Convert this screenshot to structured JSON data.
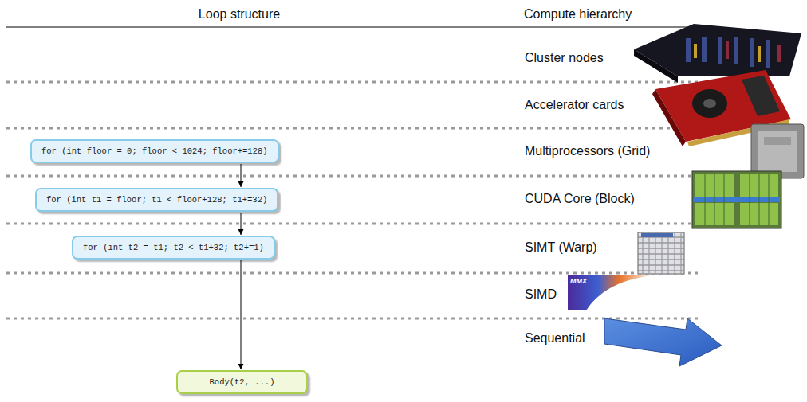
{
  "diagram": {
    "nodes": [
      {
        "text": [
          "for (int floor = 0; floor < 1024; floor+=128)"
        ]
      },
      {
        "text": [
          "for (int t1 = floor; t1 < floor+128; t1+=32)"
        ]
      },
      {
        "text": [
          "for (int t2 = t1; t2 < t1+32; t2+=1)"
        ]
      },
      {
        "text": [
          "Body(t2, ...)"
        ]
      }
    ],
    "edges": [
      {
        "from": 0,
        "to": 1,
        "arrow": "to"
      },
      {
        "from": 1,
        "to": 2,
        "arrow": "to"
      },
      {
        "from": 2,
        "to": 3,
        "arrow": "to"
      }
    ],
    "labels": [
      "Loop structure",
      "Compute hierarchy",
      "Cluster nodes",
      "Accelerator cards",
      "Multiprocessors (Grid)",
      "CUDA Core (Block)",
      "SIMT (Warp)",
      "SIMD",
      "MMX",
      "Sequential"
    ]
  }
}
